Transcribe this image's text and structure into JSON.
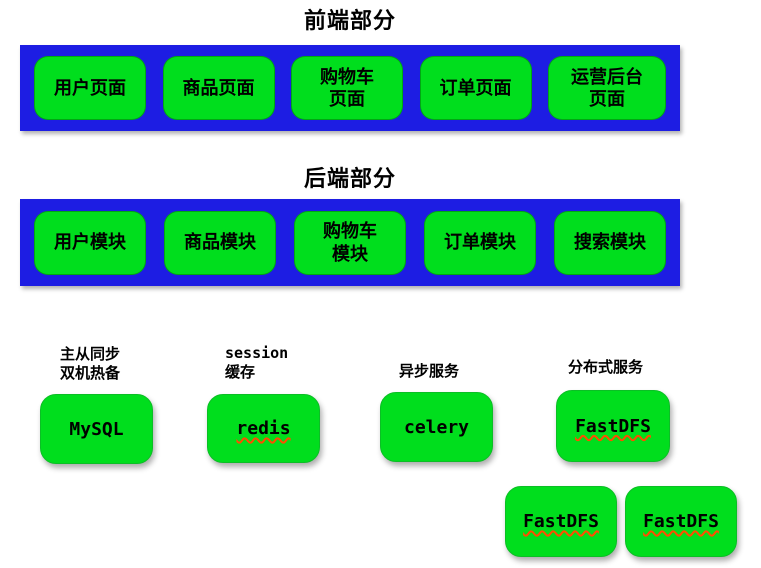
{
  "colors": {
    "bar_blue": "#1D1DE3",
    "box_green": "#00DE1D",
    "text_black": "#000000",
    "spellcheck_squiggle_red": "#FF4D00"
  },
  "frontend": {
    "title": "前端部分",
    "boxes": [
      {
        "label": "用户页面"
      },
      {
        "label": "商品页面"
      },
      {
        "label": "购物车\n页面"
      },
      {
        "label": "订单页面"
      },
      {
        "label": "运营后台\n页面"
      }
    ]
  },
  "backend": {
    "title": "后端部分",
    "boxes": [
      {
        "label": "用户模块"
      },
      {
        "label": "商品模块"
      },
      {
        "label": "购物车\n模块"
      },
      {
        "label": "订单模块"
      },
      {
        "label": "搜索模块"
      }
    ]
  },
  "services": [
    {
      "label": "主从同步\n双机热备",
      "name": "MySQL"
    },
    {
      "label": "session\n缓存",
      "name": "redis"
    },
    {
      "label": "异步服务",
      "name": "celery"
    },
    {
      "label": "分布式服务",
      "name": "FastDFS"
    }
  ],
  "extra_nodes": [
    {
      "name": "FastDFS"
    },
    {
      "name": "FastDFS"
    }
  ]
}
